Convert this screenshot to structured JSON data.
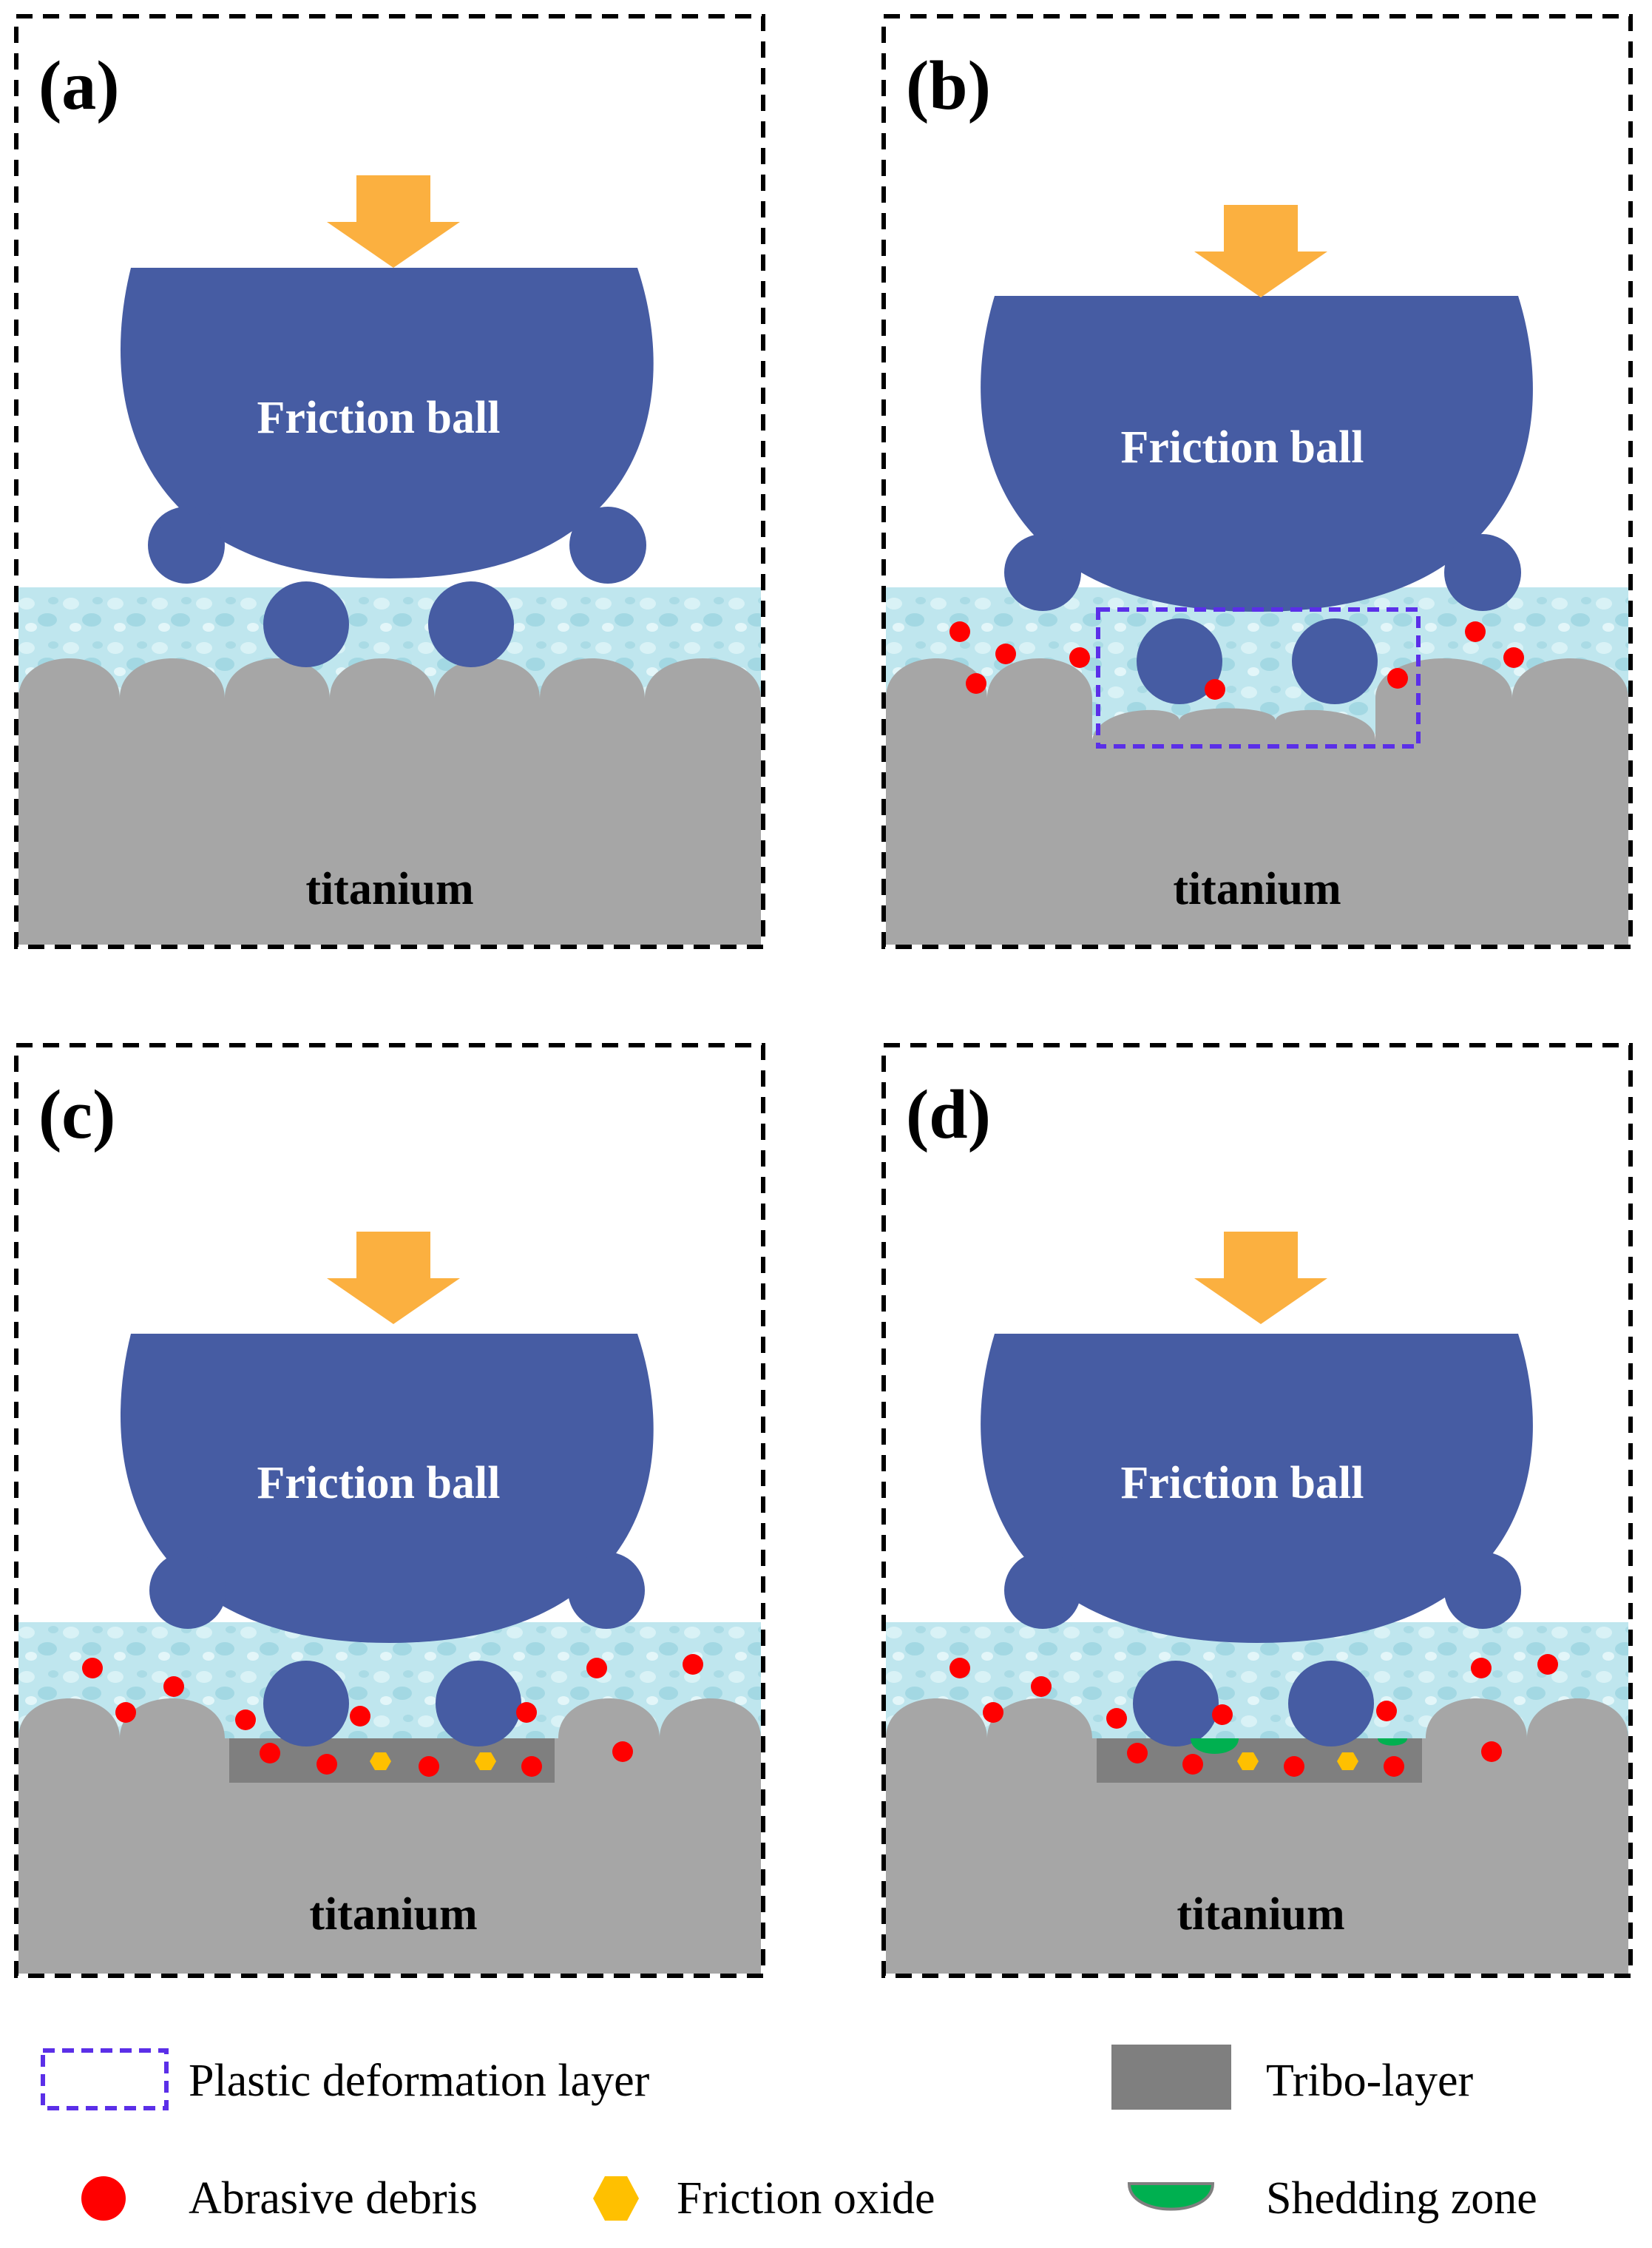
{
  "panels": [
    {
      "id": "a",
      "label": "(a)",
      "ball_label": "Friction ball",
      "substrate_label": "titanium"
    },
    {
      "id": "b",
      "label": "(b)",
      "ball_label": "Friction ball",
      "substrate_label": "titanium"
    },
    {
      "id": "c",
      "label": "(c)",
      "ball_label": "Friction ball",
      "substrate_label": "titanium"
    },
    {
      "id": "d",
      "label": "(d)",
      "ball_label": "Friction ball",
      "substrate_label": "titanium"
    }
  ],
  "legend": {
    "plastic_deformation": "Plastic deformation layer",
    "tribo_layer": "Tribo-layer",
    "abrasive_debris": "Abrasive debris",
    "friction_oxide": "Friction oxide",
    "shedding_zone": "Shedding zone"
  },
  "colors": {
    "ball": "#465ca3",
    "arrow": "#fbb040",
    "substrate": "#a6a6a6",
    "tribo_layer": "#7f7f7f",
    "liquid": "#bfe6ee",
    "debris": "#ff0000",
    "oxide": "#ffc000",
    "shedding": "#00b050",
    "deformation_outline": "#5b2fe8"
  }
}
